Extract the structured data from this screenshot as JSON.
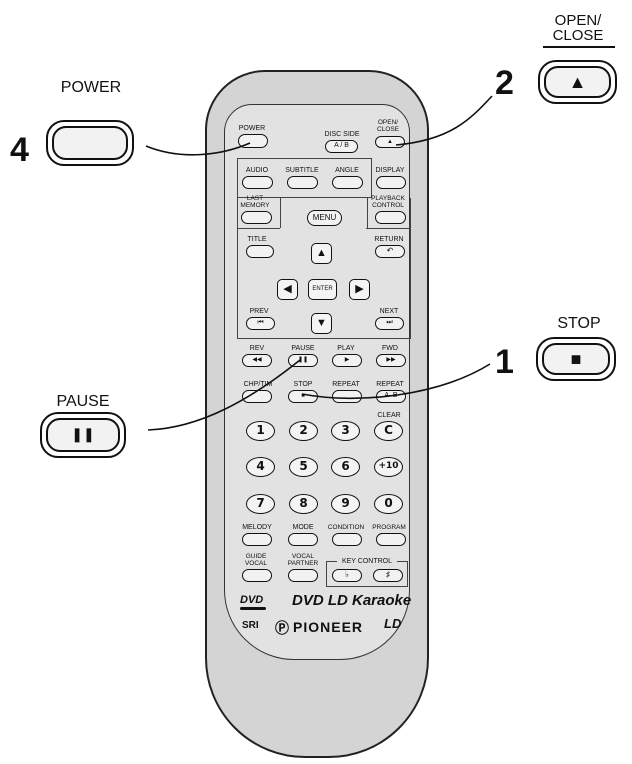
{
  "callouts": {
    "open_close_label_1": "OPEN/",
    "open_close_label_2": "CLOSE",
    "open_close_num": "2",
    "open_close_glyph": "▲",
    "power_label": "POWER",
    "power_num": "4",
    "stop_label": "STOP",
    "stop_num": "1",
    "stop_glyph": "■",
    "pause_label": "PAUSE",
    "pause_glyph": "❚❚"
  },
  "remote": {
    "power": "POWER",
    "disc_side": "DISC SIDE",
    "disc_side_btn": "A / B",
    "open_close_1": "OPEN/",
    "open_close_2": "CLOSE",
    "eject_glyph": "▲",
    "audio": "AUDIO",
    "subtitle": "SUBTITLE",
    "angle": "ANGLE",
    "display": "DISPLAY",
    "last_memory_1": "LAST",
    "last_memory_2": "MEMORY",
    "menu": "MENU",
    "playback_control_1": "PLAYBACK",
    "playback_control_2": "CONTROL",
    "title": "TITLE",
    "return": "RETURN",
    "return_glyph": "↶",
    "up_glyph": "▲",
    "left_glyph": "◀",
    "enter": "ENTER",
    "right_glyph": "▶",
    "down_glyph": "▼",
    "prev": "PREV",
    "prev_glyph": "⏮",
    "next": "NEXT",
    "next_glyph": "⏭",
    "rev": "REV",
    "rev_glyph": "◀◀",
    "pause": "PAUSE",
    "pause_glyph": "❚❚",
    "play": "PLAY",
    "play_glyph": "▶",
    "fwd": "FWD",
    "fwd_glyph": "▶▶",
    "chp_tim": "CHP/TIM",
    "stop": "STOP",
    "stop_glyph": "■",
    "repeat": "REPEAT",
    "repeat_ab": "REPEAT",
    "repeat_ab_btn": "A–B",
    "clear": "CLEAR",
    "keys": [
      "1",
      "2",
      "3",
      "C",
      "4",
      "5",
      "6",
      "+10",
      "7",
      "8",
      "9",
      "0"
    ],
    "melody": "MELODY",
    "mode": "MODE",
    "condition": "CONDITION",
    "program": "PROGRAM",
    "guide_vocal_1": "GUIDE",
    "guide_vocal_2": "VOCAL",
    "vocal_partner_1": "VOCAL",
    "vocal_partner_2": "PARTNER",
    "key_control": "KEY CONTROL",
    "flat_glyph": "♭",
    "sharp_glyph": "♯",
    "dvd_logo": "DVD",
    "brand_text": "DVD LD Karaoke",
    "srs_logo": "SRI",
    "pioneer": "PIONEER",
    "ld_logo": "LD"
  }
}
